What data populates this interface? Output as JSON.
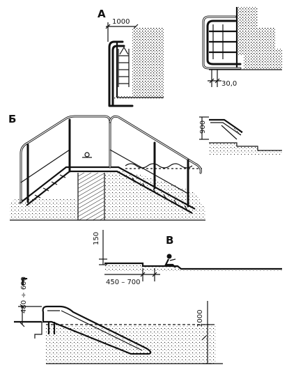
{
  "sections": {
    "a": "А",
    "b": "Б",
    "v": "В",
    "g": "Г"
  },
  "dimensions": {
    "a_width": "1000",
    "a_gap": "30,0",
    "b_height": "900",
    "v_step": "150",
    "v_width": "450 – 700",
    "g_height": "480 ÷ 600",
    "g_depth": "1000"
  }
}
